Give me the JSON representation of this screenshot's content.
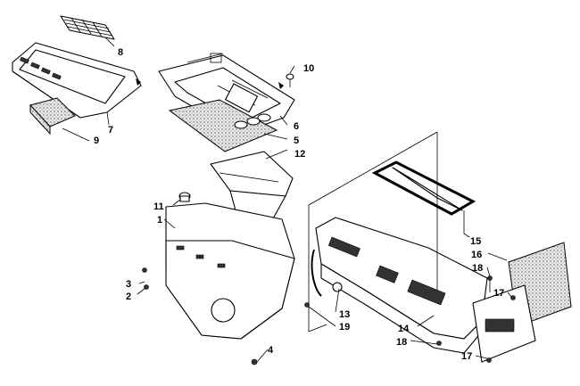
{
  "diagram": {
    "callouts": [
      {
        "id": "8",
        "text": "8"
      },
      {
        "id": "10",
        "text": "10"
      },
      {
        "id": "7",
        "text": "7"
      },
      {
        "id": "6",
        "text": "6"
      },
      {
        "id": "9",
        "text": "9"
      },
      {
        "id": "5",
        "text": "5"
      },
      {
        "id": "12",
        "text": "12"
      },
      {
        "id": "11",
        "text": "11"
      },
      {
        "id": "1",
        "text": "1"
      },
      {
        "id": "15",
        "text": "15"
      },
      {
        "id": "16",
        "text": "16"
      },
      {
        "id": "18a",
        "text": "18"
      },
      {
        "id": "3",
        "text": "3"
      },
      {
        "id": "2",
        "text": "2"
      },
      {
        "id": "17a",
        "text": "17"
      },
      {
        "id": "13",
        "text": "13"
      },
      {
        "id": "19",
        "text": "19"
      },
      {
        "id": "14",
        "text": "14"
      },
      {
        "id": "18b",
        "text": "18"
      },
      {
        "id": "4",
        "text": "4"
      },
      {
        "id": "17b",
        "text": "17"
      }
    ]
  }
}
